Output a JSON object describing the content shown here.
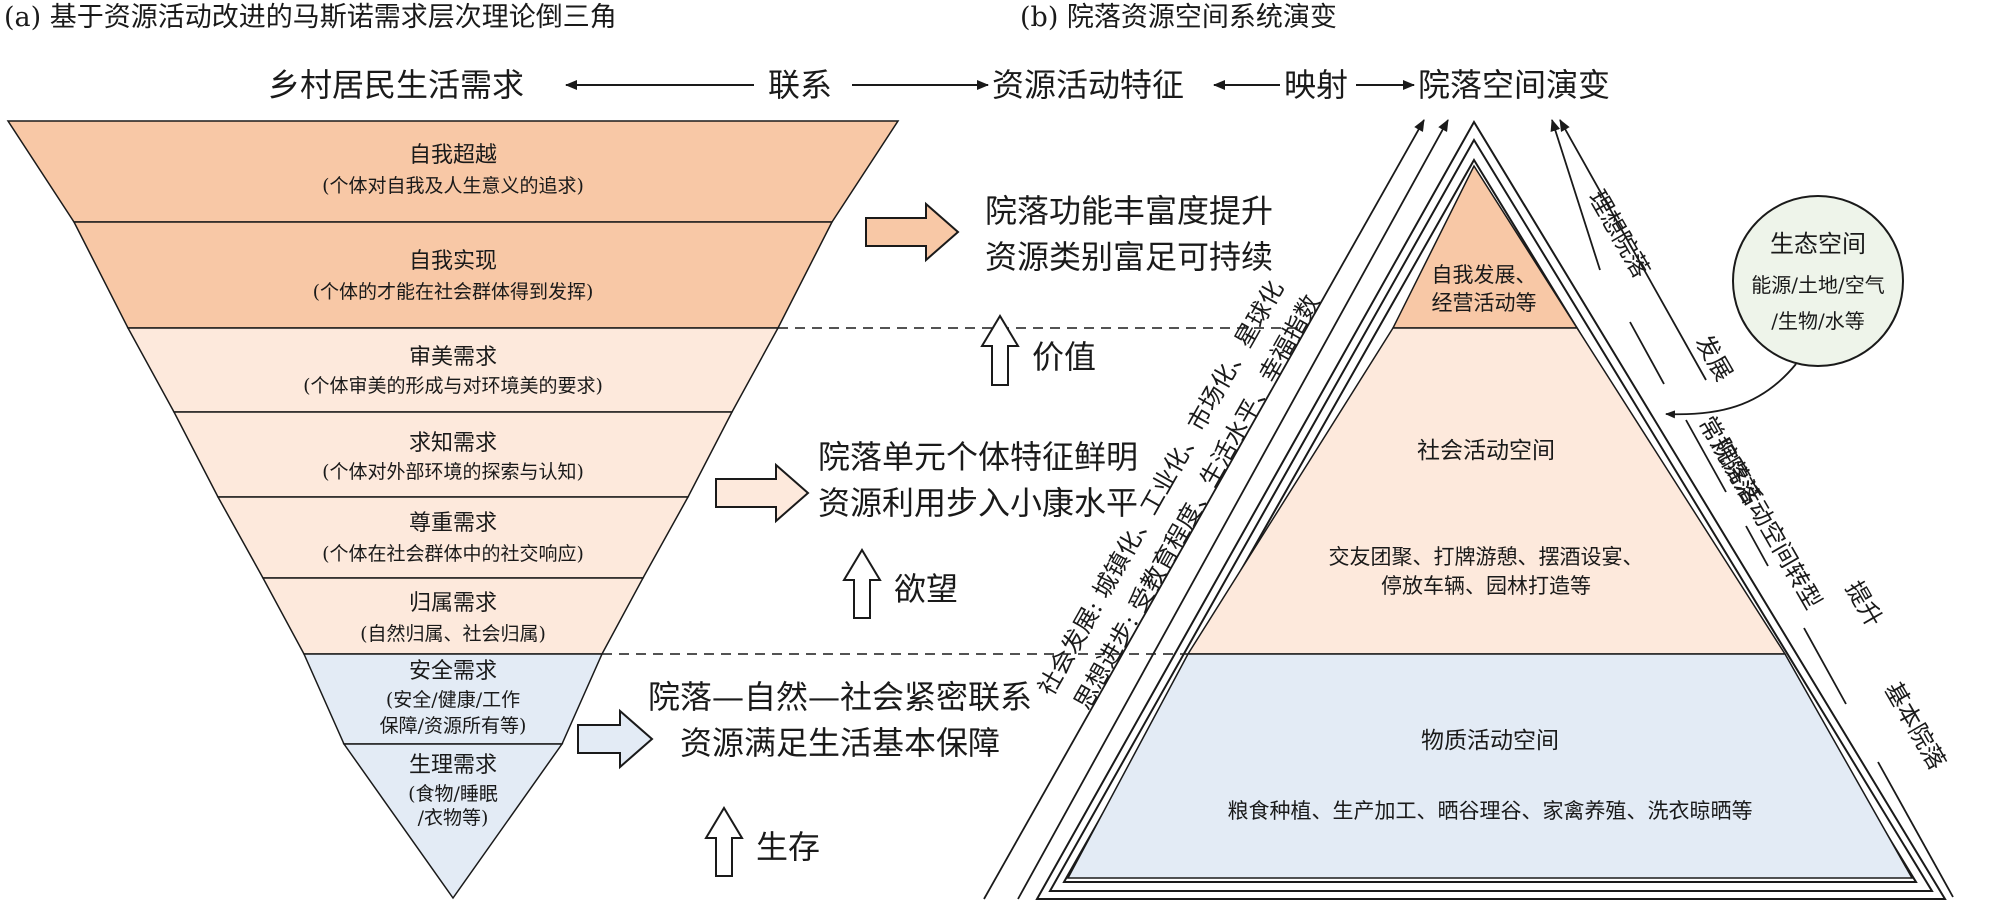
{
  "panel_a": {
    "title": "(a) 基于资源活动改进的马斯诺需求层次理论倒三角",
    "header": {
      "left": "乡村居民生活需求",
      "middle": "联系",
      "right": "资源活动特征",
      "map": "映射",
      "far": "院落空间演变"
    },
    "levels": [
      {
        "name": "自我超越",
        "desc": [
          "(个体对自我及人生意义的追求)"
        ]
      },
      {
        "name": "自我实现",
        "desc": [
          "(个体的才能在社会群体得到发挥)"
        ]
      },
      {
        "name": "审美需求",
        "desc": [
          "(个体审美的形成与对环境美的要求)"
        ]
      },
      {
        "name": "求知需求",
        "desc": [
          "(个体对外部环境的探索与认知)"
        ]
      },
      {
        "name": "尊重需求",
        "desc": [
          "(个体在社会群体中的社交响应)"
        ]
      },
      {
        "name": "归属需求",
        "desc": [
          "(自然归属、社会归属)"
        ]
      },
      {
        "name": "安全需求",
        "desc": [
          "(安全/健康/工作",
          "保障/资源所有等)"
        ]
      },
      {
        "name": "生理需求",
        "desc": [
          "(食物/睡眠",
          "/衣物等)"
        ]
      }
    ],
    "outcomes": [
      {
        "line1": "院落功能丰富度提升",
        "line2": "资源类别富足可持续"
      },
      {
        "line1": "院落单元个体特征鲜明",
        "line2": "资源利用步入小康水平"
      },
      {
        "line1": "院落—自然—社会紧密联系",
        "line2": "资源满足生活基本保障"
      }
    ],
    "drivers": [
      "价值",
      "欲望",
      "生存"
    ]
  },
  "panel_b": {
    "title": "(b) 院落资源空间系统演变",
    "top": {
      "line1": "自我发展、",
      "line2": "经营活动等"
    },
    "middle": {
      "title": "社会活动空间",
      "line1": "交友团聚、打牌游憩、摆酒设宴、",
      "line2": "停放车辆、园林打造等"
    },
    "bottom": {
      "title": "物质活动空间",
      "line1": "粮食种植、生产加工、晒谷理谷、家禽养殖、洗衣晾晒等"
    },
    "left_line1": "社会发展: 城镇化、工业化、市场化、星球化",
    "left_line2": "思想进步: 受教育程度、生活水平、幸福指数",
    "right_labels": {
      "ideal": "理想院落",
      "develop": "发展",
      "regular": "常规院落",
      "transform": "院落活动空间转型",
      "raise": "提升",
      "basic": "基本院落"
    },
    "eco": {
      "title": "生态空间",
      "line1": "能源/土地/空气",
      "line2": "/生物/水等"
    }
  },
  "colors": {
    "high": "#f8c8a6",
    "mid": "#fde9dc",
    "low": "#e3ebf5",
    "eco": "#eef4ea"
  }
}
